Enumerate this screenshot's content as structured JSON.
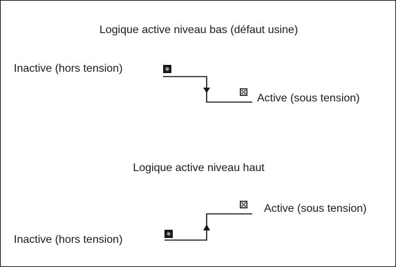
{
  "colors": {
    "ink": "#1a1a1a",
    "led_off_dot": "#9a9a9a",
    "background": "#ffffff"
  },
  "low_logic": {
    "title": "Logique active niveau bas (défaut usine)",
    "inactive_label": "Inactive (hors tension)",
    "active_label": "Active (sous tension)",
    "transition": "falling",
    "inactive_icon": "led-off-icon",
    "active_icon": "led-on-icon"
  },
  "high_logic": {
    "title": "Logique active niveau haut",
    "inactive_label": "Inactive (hors tension)",
    "active_label": "Active (sous tension)",
    "transition": "rising",
    "inactive_icon": "led-off-icon",
    "active_icon": "led-on-icon"
  }
}
